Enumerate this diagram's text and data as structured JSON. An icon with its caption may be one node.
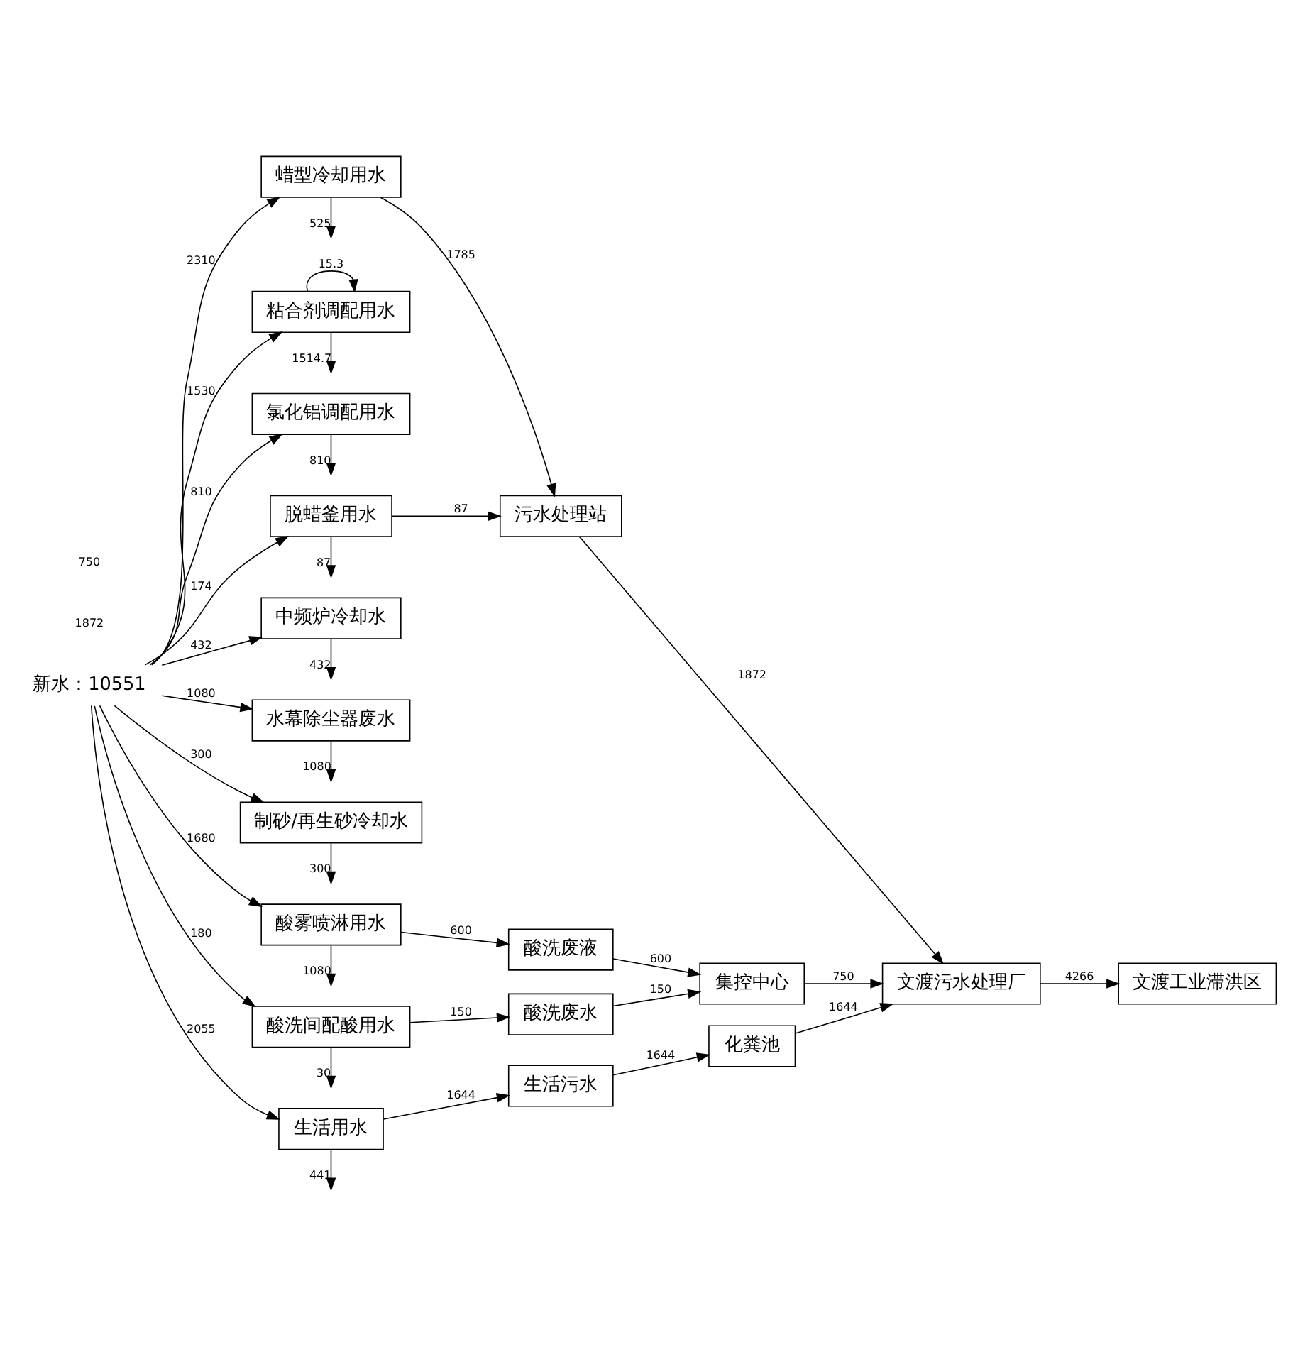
{
  "diagram": {
    "nodes": [
      {
        "text": [
          "新水：10551"
        ]
      },
      {
        "text": [
          "蜡型冷却用水"
        ]
      },
      {
        "text": [
          "粘合剂调配用水"
        ]
      },
      {
        "text": [
          "氯化铝调配用水"
        ]
      },
      {
        "text": [
          "脱蜡釜用水"
        ]
      },
      {
        "text": [
          "中频炉冷却水"
        ]
      },
      {
        "text": [
          "水幕除尘器废水"
        ]
      },
      {
        "text": [
          "制砂/再生砂冷却水"
        ]
      },
      {
        "text": [
          "酸雾喷淋用水"
        ]
      },
      {
        "text": [
          "酸洗间配酸用水"
        ]
      },
      {
        "text": [
          "生活用水"
        ]
      },
      {
        "text": [
          "污水处理站"
        ]
      },
      {
        "text": [
          "文渡工业滞洪区"
        ]
      },
      {
        "text": [
          "文渡污水处理厂"
        ]
      },
      {
        "text": [
          "集控中心"
        ]
      },
      {
        "text": [
          "酸洗废液"
        ]
      },
      {
        "text": [
          "酸洗废水"
        ]
      },
      {
        "text": [
          "生活污水"
        ]
      },
      {
        "text": [
          "化粪池"
        ]
      }
    ],
    "edges": [
      {
        "from": 0,
        "to": 1,
        "arrow": "to",
        "label": "2310"
      },
      {
        "from": 1,
        "to": null,
        "arrow": "to",
        "label": "525"
      },
      {
        "from": 0,
        "to": 2,
        "arrow": "to",
        "label": "1530"
      },
      {
        "from": 2,
        "to": null,
        "arrow": "to",
        "label": "1514.7"
      },
      {
        "from": 2,
        "to": 2,
        "arrow": "to",
        "label": "15.3"
      },
      {
        "from": 0,
        "to": 3,
        "arrow": "to",
        "label": "810"
      },
      {
        "from": 3,
        "to": null,
        "arrow": "to",
        "label": "810"
      },
      {
        "from": 0,
        "to": 4,
        "arrow": "to",
        "label": "174"
      },
      {
        "from": 4,
        "to": null,
        "arrow": "to",
        "label": "87"
      },
      {
        "from": 1,
        "to": 11,
        "arrow": "to",
        "label": "1785"
      },
      {
        "from": 4,
        "to": 11,
        "arrow": "to",
        "label": "87"
      },
      {
        "from": 0,
        "to": 5,
        "arrow": "to",
        "label": "432"
      },
      {
        "from": 5,
        "to": null,
        "arrow": "to",
        "label": "432"
      },
      {
        "from": 0,
        "to": 6,
        "arrow": "to",
        "label": "1080"
      },
      {
        "from": 6,
        "to": null,
        "arrow": "to",
        "label": "1080"
      },
      {
        "from": 0,
        "to": 7,
        "arrow": "to",
        "label": "300"
      },
      {
        "from": 7,
        "to": null,
        "arrow": "to",
        "label": "300"
      },
      {
        "from": 0,
        "to": 8,
        "arrow": "to",
        "label": "1680"
      },
      {
        "from": 8,
        "to": null,
        "arrow": "to",
        "label": "1080"
      },
      {
        "from": 8,
        "to": 15,
        "arrow": "to",
        "label": "600"
      },
      {
        "from": 0,
        "to": 9,
        "arrow": "to",
        "label": "180"
      },
      {
        "from": 9,
        "to": null,
        "arrow": "to",
        "label": "30"
      },
      {
        "from": 9,
        "to": 16,
        "arrow": "to",
        "label": "150"
      },
      {
        "from": 15,
        "to": 14,
        "arrow": "to",
        "label": "600"
      },
      {
        "from": 16,
        "to": 14,
        "arrow": "to",
        "label": "150"
      },
      {
        "from": 0,
        "to": 10,
        "arrow": "to",
        "label": "2055"
      },
      {
        "from": 10,
        "to": null,
        "arrow": "to",
        "label": "441"
      },
      {
        "from": 10,
        "to": 17,
        "arrow": "to",
        "label": "1644"
      },
      {
        "from": 17,
        "to": 18,
        "arrow": "to",
        "label": "1644"
      },
      {
        "from": 11,
        "to": 13,
        "arrow": "to",
        "label": "1872"
      },
      {
        "from": 14,
        "to": 13,
        "arrow": "to",
        "label": "750"
      },
      {
        "from": 18,
        "to": 13,
        "arrow": "to",
        "label": "1644"
      },
      {
        "from": 13,
        "to": 12,
        "arrow": "to",
        "label": "4266"
      }
    ],
    "labels": [
      "1872",
      "750"
    ]
  }
}
